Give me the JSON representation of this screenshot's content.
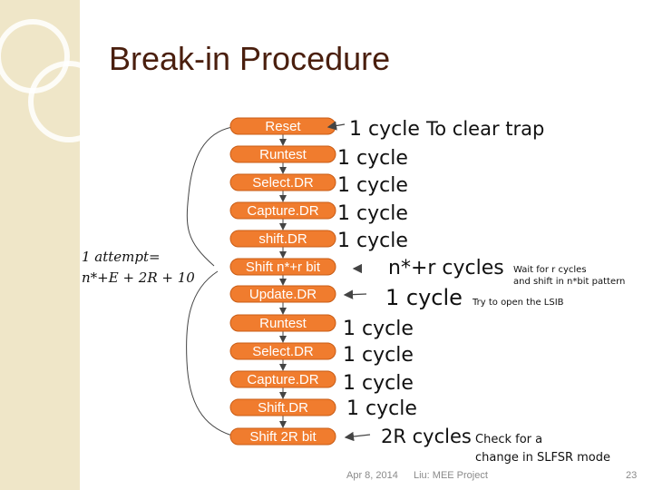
{
  "slide": {
    "title": "Break-in Procedure",
    "footer_date": "Apr 8, 2014",
    "footer_source": "Liu: MEE Project",
    "page_number": "23"
  },
  "states": [
    {
      "label": "Reset",
      "cycles": "1 cycle",
      "note": "To clear trap"
    },
    {
      "label": "Runtest",
      "cycles": "1 cycle"
    },
    {
      "label": "Select.DR",
      "cycles": "1 cycle"
    },
    {
      "label": "Capture.DR",
      "cycles": "1 cycle"
    },
    {
      "label": "shift.DR",
      "cycles": "1 cycle"
    },
    {
      "label": "Shift n*+r bit",
      "cycles": "n*+r cycles",
      "note": "Wait for r cycles\nand shift in n*bit pattern"
    },
    {
      "label": "Update.DR",
      "cycles": "1 cycle",
      "note": "Try to open the LSIB"
    },
    {
      "label": "Runtest",
      "cycles": "1 cycle"
    },
    {
      "label": "Select.DR",
      "cycles": "1 cycle"
    },
    {
      "label": "Capture.DR",
      "cycles": "1 cycle"
    },
    {
      "label": "Shift.DR",
      "cycles": "1 cycle"
    },
    {
      "label": "Shift 2R bit",
      "cycles": "2R cycles",
      "note": "Check for a\nchange in SLFSR mode"
    }
  ],
  "attempt_formula": {
    "line1": "1 attempt=",
    "line2": "n*+E + 2R + 10"
  },
  "colors": {
    "pill_fill": "#f07c2e",
    "pill_edge": "#c85c15",
    "pill_text": "#ffffff",
    "title": "#4a1f0e",
    "arrow": "#444444",
    "stripe": "#efe6c8"
  }
}
